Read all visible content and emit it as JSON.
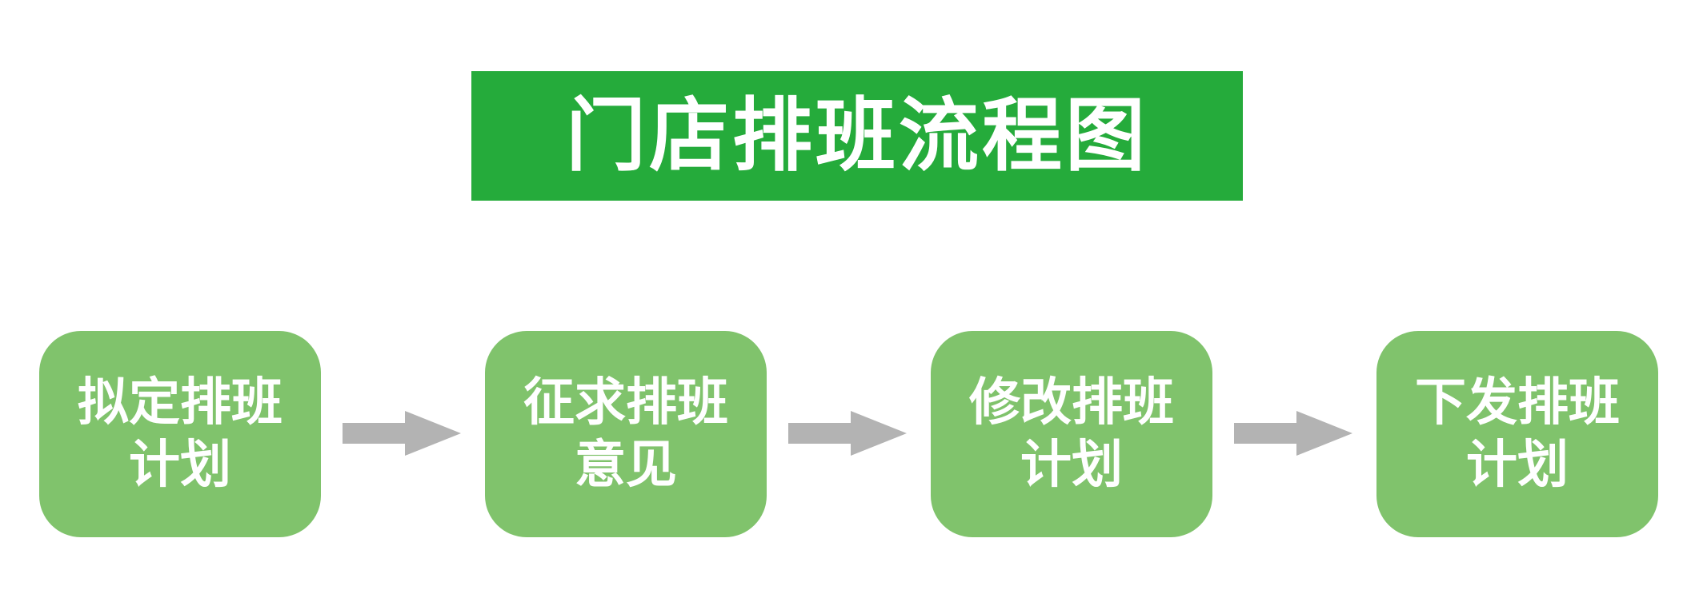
{
  "title": "门店排班流程图",
  "colors": {
    "title_bg": "#25ab3b",
    "step_bg": "#80c36c",
    "arrow": "#b3b3b3",
    "text": "#ffffff"
  },
  "steps": [
    {
      "line1": "拟定排班",
      "line2": "计划"
    },
    {
      "line1": "征求排班",
      "line2": "意见"
    },
    {
      "line1": "修改排班",
      "line2": "计划"
    },
    {
      "line1": "下发排班",
      "line2": "计划"
    }
  ],
  "arrows": [
    {
      "from": "拟定排班计划",
      "to": "征求排班意见"
    },
    {
      "from": "征求排班意见",
      "to": "修改排班计划"
    },
    {
      "from": "修改排班计划",
      "to": "下发排班计划"
    }
  ]
}
